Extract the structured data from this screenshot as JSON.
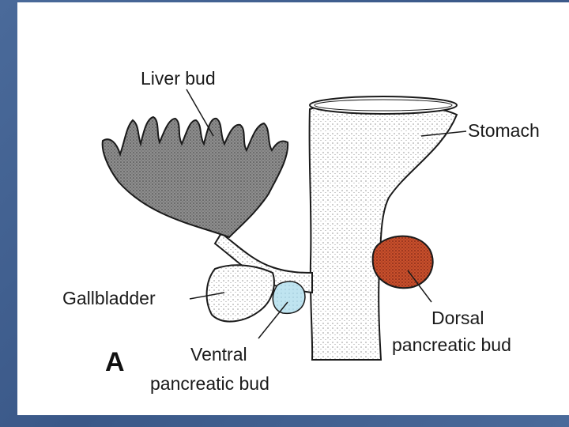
{
  "diagram": {
    "panel_letter": "A",
    "labels": {
      "liver_bud": "Liver bud",
      "stomach": "Stomach",
      "gallbladder": "Gallbladder",
      "ventral_line1": "Ventral",
      "ventral_line2": "pancreatic bud",
      "dorsal_line1": "Dorsal",
      "dorsal_line2": "pancreatic bud"
    },
    "colors": {
      "slide_border": "#3f5f8f",
      "dorsal_bud": "#c8502c",
      "ventral_bud": "#bfe4f0",
      "liver_fill": "#9a9a9a",
      "outline": "#1a1a1a"
    }
  }
}
